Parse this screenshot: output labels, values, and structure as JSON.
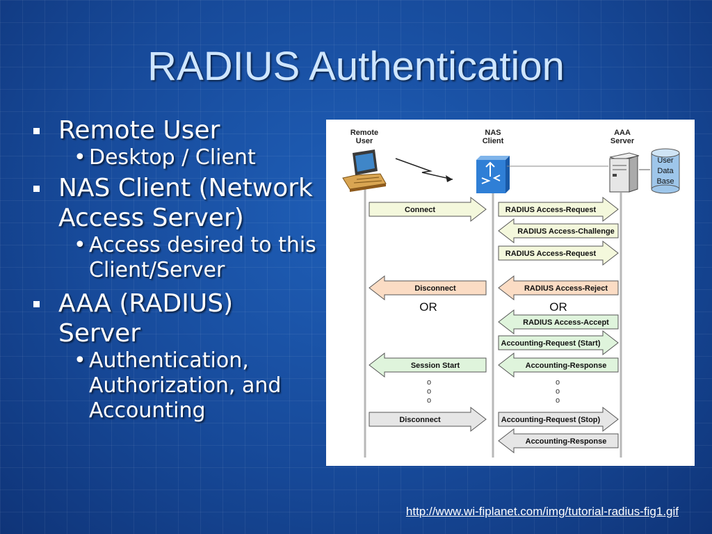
{
  "slide": {
    "title": "RADIUS Authentication",
    "bullets": [
      {
        "text": "Remote User",
        "sub": [
          "Desktop / Client"
        ]
      },
      {
        "text": "NAS Client (Network Access Server)",
        "sub": [
          "Access desired to this Client/Server"
        ]
      },
      {
        "text": "AAA (RADIUS) Server",
        "sub": [
          "Authentication, Authorization, and Accounting"
        ]
      }
    ],
    "source_url": "http://www.wi-fiplanet.com/img/tutorial-radius-fig1.gif"
  },
  "diagram": {
    "actors": {
      "remote_user": "Remote\nUser",
      "nas_client": "NAS\nClient",
      "aaa_server": "AAA\nServer",
      "user_db": "User\nData\nBase"
    },
    "left_arrows": [
      {
        "label": "Connect",
        "dir": "right",
        "fill": "#f4f8dc"
      },
      {
        "label": "Disconnect",
        "dir": "left",
        "fill": "#fbdcc4"
      },
      {
        "label": "Session Start",
        "dir": "left",
        "fill": "#dff4dc"
      },
      {
        "label": "Disconnect",
        "dir": "right",
        "fill": "#e6e6e6"
      }
    ],
    "right_arrows": [
      {
        "label": "RADIUS Access-Request",
        "dir": "right",
        "fill": "#f4f8dc"
      },
      {
        "label": "RADIUS Access-Challenge",
        "dir": "left",
        "fill": "#f4f8dc"
      },
      {
        "label": "RADIUS Access-Request",
        "dir": "right",
        "fill": "#f4f8dc"
      },
      {
        "label": "RADIUS Access-Reject",
        "dir": "left",
        "fill": "#fbdcc4"
      },
      {
        "label": "RADIUS Access-Accept",
        "dir": "left",
        "fill": "#dff4dc"
      },
      {
        "label": "Accounting-Request (Start)",
        "dir": "right",
        "fill": "#dff4dc"
      },
      {
        "label": "Accounting-Response",
        "dir": "left",
        "fill": "#dff4dc"
      },
      {
        "label": "Accounting-Request (Stop)",
        "dir": "right",
        "fill": "#e6e6e6"
      },
      {
        "label": "Accounting-Response",
        "dir": "left",
        "fill": "#e6e6e6"
      }
    ],
    "or_labels": [
      "OR",
      "OR"
    ],
    "ellipsis": "o"
  }
}
